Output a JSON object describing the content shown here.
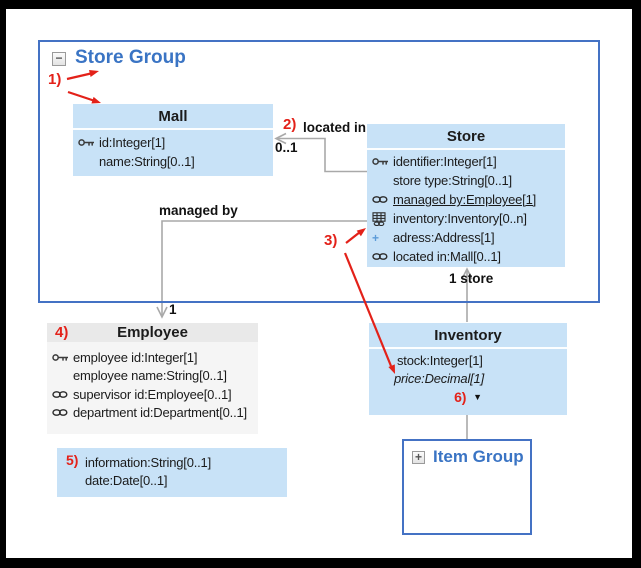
{
  "colors": {
    "class_fill": "#c8e2f7",
    "group_border": "#4472c4",
    "group_title_blue": "#3a74c4",
    "annotation_red": "#e32119",
    "connector_gray": "#a9a9a9",
    "employee_header": "#e9e9e9",
    "employee_body": "#f5f5f5"
  },
  "groups": {
    "store_group": {
      "title": "Store Group"
    },
    "item_group": {
      "title": "Item Group"
    }
  },
  "glyphs": {
    "collapse": "−",
    "expand": "+",
    "attribute_plus": "+",
    "dropdown": "▼"
  },
  "classes": {
    "mall": {
      "title": "Mall",
      "attributes": [
        {
          "icon": "key",
          "text": "id:Integer[1]"
        },
        {
          "icon": "",
          "text": "name:String[0..1]"
        }
      ]
    },
    "store": {
      "title": "Store",
      "attributes": [
        {
          "icon": "key",
          "text": "identifier:Integer[1]"
        },
        {
          "icon": "",
          "text": "store type:String[0..1]"
        },
        {
          "icon": "link",
          "text": "managed by:Employee[1]"
        },
        {
          "icon": "table",
          "text": "inventory:Inventory[0..n]"
        },
        {
          "icon": "plus",
          "text": "adress:Address[1]"
        },
        {
          "icon": "link",
          "text": "located in:Mall[0..1]"
        }
      ]
    },
    "employee": {
      "title": "Employee",
      "attributes": [
        {
          "icon": "key",
          "text": "employee id:Integer[1]"
        },
        {
          "icon": "",
          "text": "employee name:String[0..1]"
        },
        {
          "icon": "link",
          "text": "supervisor id:Employee[0..1]"
        },
        {
          "icon": "link",
          "text": "department id:Department[0..1]"
        }
      ]
    },
    "inventory": {
      "title": "Inventory",
      "attributes": [
        {
          "icon": "",
          "text": "stock:Integer[1]"
        },
        {
          "icon": "",
          "text": "price:Decimal[1]"
        }
      ]
    },
    "info_box": {
      "attributes": [
        {
          "text": "information:String[0..1]"
        },
        {
          "text": "date:Date[0..1]"
        }
      ]
    }
  },
  "edges": {
    "located_in": {
      "label": "located in",
      "multiplicity": "0..1"
    },
    "managed_by": {
      "label": "managed by",
      "multiplicity": "1"
    },
    "store_inventory": {
      "label": "1 store"
    }
  },
  "annotations": {
    "n1": "1)",
    "n2": "2)",
    "n3": "3)",
    "n4": "4)",
    "n5": "5)",
    "n6": "6)"
  },
  "icons": {
    "collapse": "minus-box-icon",
    "expand": "plus-box-icon",
    "key": "key-icon",
    "link": "link-icon",
    "table": "table-icon",
    "plus": "plus-icon",
    "dropdown": "down-triangle-icon"
  }
}
